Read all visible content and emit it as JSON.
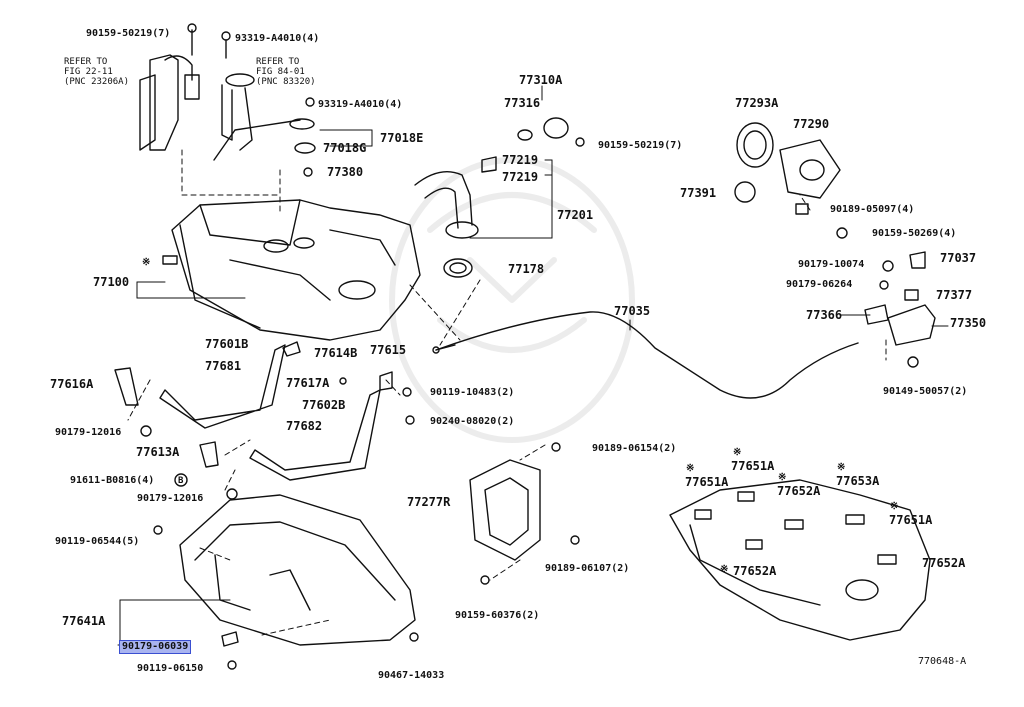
{
  "selected_part": "90179-06039",
  "highlight_color": "#a9b4f0",
  "ref_top_left": [
    "REFER TO",
    "FIG 22-11",
    "(PNC 23206A)"
  ],
  "ref_top_mid": [
    "REFER TO",
    "FIG 84-01",
    "(PNC 83320)"
  ],
  "labels": [
    {
      "id": "l01",
      "text": "90159-50219(7)",
      "big": false
    },
    {
      "id": "l02",
      "text": "93319-A4010(4)",
      "big": false
    },
    {
      "id": "l03",
      "text": "93319-A4010(4)",
      "big": false
    },
    {
      "id": "l04",
      "text": "77018E",
      "big": true
    },
    {
      "id": "l05",
      "text": "77018G",
      "big": true
    },
    {
      "id": "l06",
      "text": "77380",
      "big": true
    },
    {
      "id": "l07",
      "text": "77310A",
      "big": true
    },
    {
      "id": "l08",
      "text": "77316",
      "big": true
    },
    {
      "id": "l09",
      "text": "90159-50219(7)",
      "big": false
    },
    {
      "id": "l10",
      "text": "77219",
      "big": true
    },
    {
      "id": "l11",
      "text": "77219",
      "big": true
    },
    {
      "id": "l12",
      "text": "77201",
      "big": true
    },
    {
      "id": "l13",
      "text": "77178",
      "big": true
    },
    {
      "id": "l14",
      "text": "77293A",
      "big": true
    },
    {
      "id": "l15",
      "text": "77290",
      "big": true
    },
    {
      "id": "l16",
      "text": "77391",
      "big": true
    },
    {
      "id": "l17",
      "text": "90189-05097(4)",
      "big": false
    },
    {
      "id": "l18",
      "text": "90159-50269(4)",
      "big": false
    },
    {
      "id": "l19",
      "text": "90179-10074",
      "big": false
    },
    {
      "id": "l20",
      "text": "77037",
      "big": true
    },
    {
      "id": "l21",
      "text": "90179-06264",
      "big": false
    },
    {
      "id": "l22",
      "text": "77377",
      "big": true
    },
    {
      "id": "l23",
      "text": "77366",
      "big": true
    },
    {
      "id": "l24",
      "text": "77350",
      "big": true
    },
    {
      "id": "l25",
      "text": "90149-50057(2)",
      "big": false
    },
    {
      "id": "l26",
      "text": "77035",
      "big": true
    },
    {
      "id": "l27",
      "text": "77100",
      "big": true
    },
    {
      "id": "l28",
      "text": "77601B",
      "big": true
    },
    {
      "id": "l29",
      "text": "77681",
      "big": true
    },
    {
      "id": "l30",
      "text": "77614B",
      "big": true
    },
    {
      "id": "l31",
      "text": "77615",
      "big": true
    },
    {
      "id": "l32",
      "text": "77616A",
      "big": true
    },
    {
      "id": "l33",
      "text": "77617A",
      "big": true
    },
    {
      "id": "l34",
      "text": "90119-10483(2)",
      "big": false
    },
    {
      "id": "l35",
      "text": "77602B",
      "big": true
    },
    {
      "id": "l36",
      "text": "77682",
      "big": true
    },
    {
      "id": "l37",
      "text": "90240-08020(2)",
      "big": false
    },
    {
      "id": "l38",
      "text": "90179-12016",
      "big": false
    },
    {
      "id": "l39",
      "text": "77613A",
      "big": true
    },
    {
      "id": "l40",
      "text": "91611-B0816(4)",
      "big": false
    },
    {
      "id": "l41",
      "text": "90179-12016",
      "big": false
    },
    {
      "id": "l42",
      "text": "90189-06154(2)",
      "big": false
    },
    {
      "id": "l43",
      "text": "77277R",
      "big": true
    },
    {
      "id": "l44",
      "text": "90119-06544(5)",
      "big": false
    },
    {
      "id": "l45",
      "text": "90189-06107(2)",
      "big": false
    },
    {
      "id": "l46",
      "text": "90159-60376(2)",
      "big": false
    },
    {
      "id": "l47",
      "text": "77641A",
      "big": true
    },
    {
      "id": "l48",
      "text": "90179-06039",
      "big": false
    },
    {
      "id": "l49",
      "text": "90119-06150",
      "big": false
    },
    {
      "id": "l50",
      "text": "90467-14033",
      "big": false
    },
    {
      "id": "l51",
      "text": "77651A",
      "big": true
    },
    {
      "id": "l52",
      "text": "77651A",
      "big": true
    },
    {
      "id": "l53",
      "text": "77652A",
      "big": true
    },
    {
      "id": "l54",
      "text": "77653A",
      "big": true
    },
    {
      "id": "l55",
      "text": "77651A",
      "big": true
    },
    {
      "id": "l56",
      "text": "77652A",
      "big": true
    },
    {
      "id": "l57",
      "text": "77652A",
      "big": true
    },
    {
      "id": "l58",
      "text": "※",
      "big": false
    },
    {
      "id": "l59",
      "text": "※",
      "big": false
    },
    {
      "id": "l60",
      "text": "※",
      "big": false
    },
    {
      "id": "l61",
      "text": "※",
      "big": false
    },
    {
      "id": "l62",
      "text": "※",
      "big": false
    },
    {
      "id": "l63",
      "text": "※",
      "big": false
    },
    {
      "id": "l64",
      "text": "※",
      "big": false
    },
    {
      "id": "l65",
      "text": "B",
      "big": false
    }
  ],
  "diagram_code": "770648-A"
}
